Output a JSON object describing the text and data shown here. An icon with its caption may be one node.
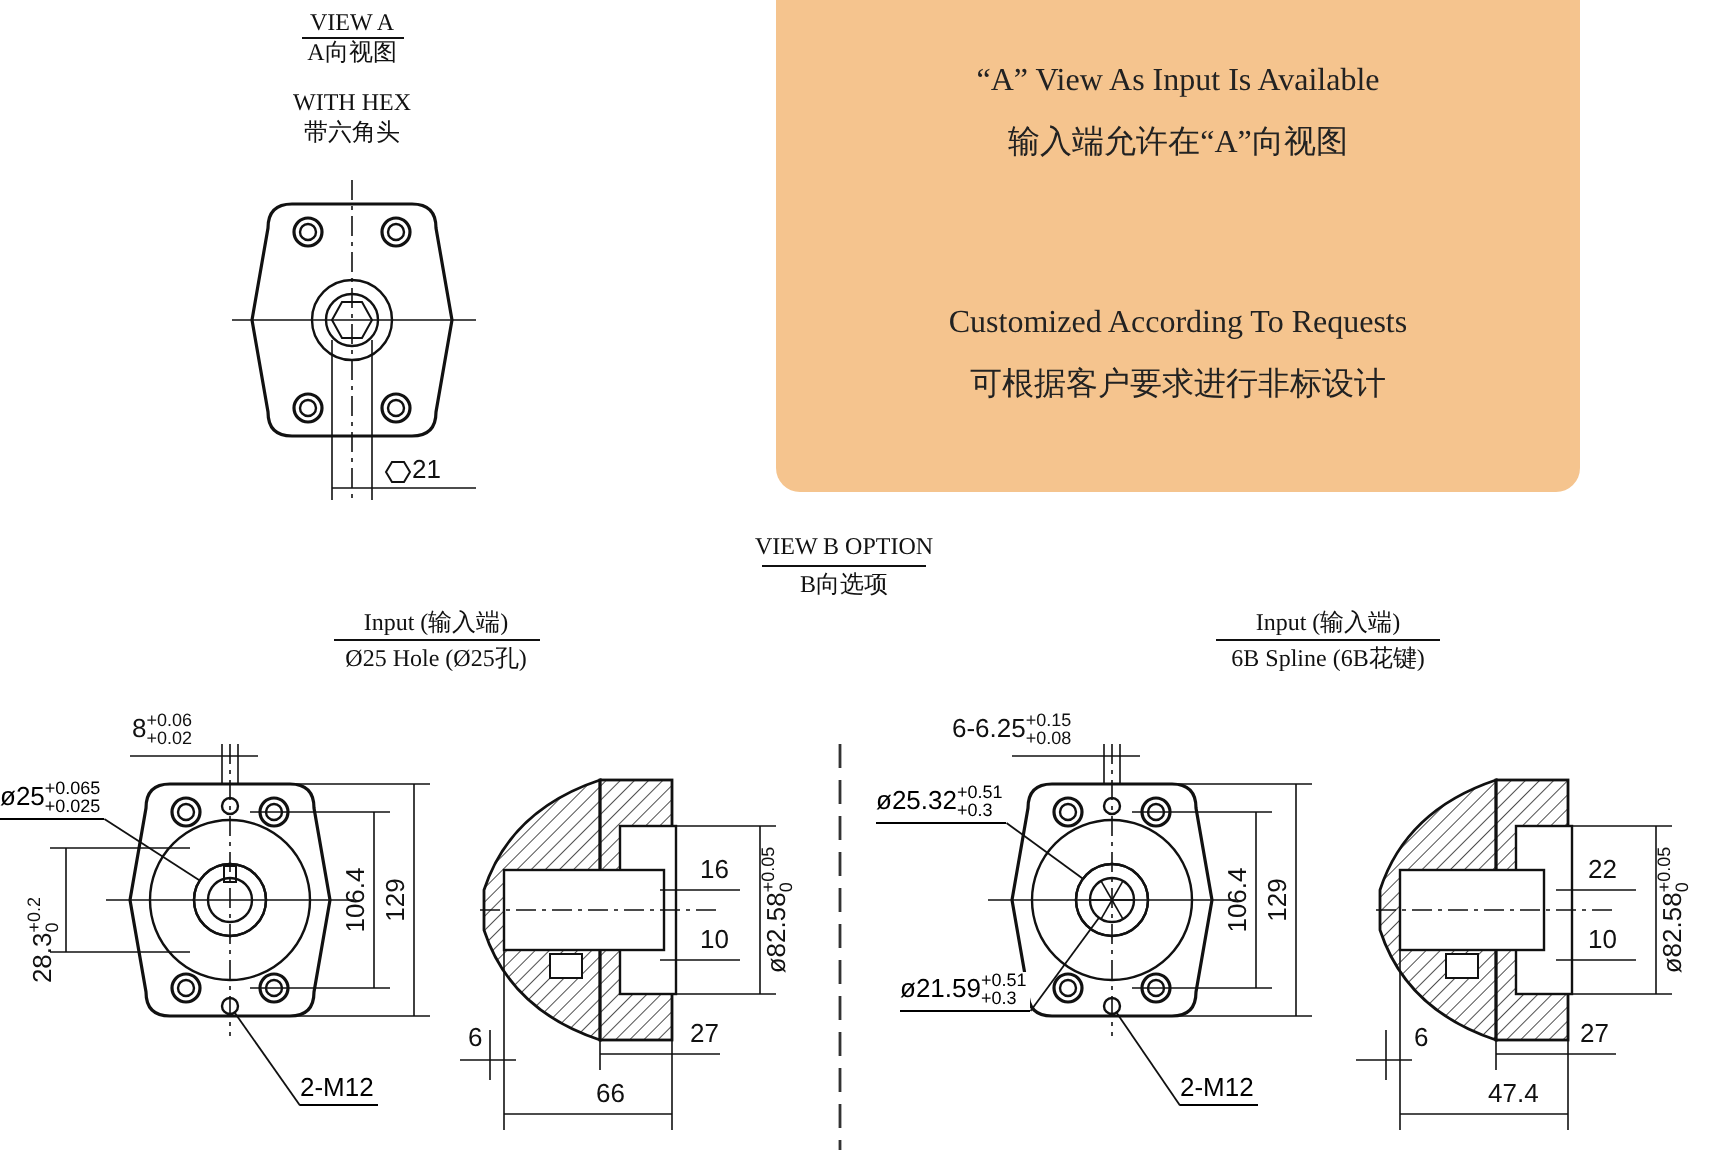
{
  "diagram": {
    "nodes": [
      {
        "text": [
          "“A” View As Input Is Available",
          "输入端允许在“A”向视图",
          "Customized According To Requests",
          "可根据客户要求进行非标设计"
        ]
      },
      {
        "text": [
          "ø25$^{+0.065}$$_{+0.025}$"
        ]
      },
      {
        "text": [
          "2-M12"
        ]
      },
      {
        "text": [
          "ø25.32$^{+0.51}$$_{+0.3}$"
        ]
      },
      {
        "text": [
          "ø21.59$^{+0.51}$$_{+0.3}$"
        ]
      },
      {
        "text": [
          "2-M12"
        ]
      },
      {
        "text": [],
        "shape": "circle"
      },
      {
        "text": [],
        "shape": "circle"
      },
      {
        "text": [],
        "shape": "circle"
      },
      {
        "text": [],
        "shape": "circle",
        "in": 8
      },
      {
        "text": [],
        "shape": "circle"
      }
    ],
    "edges": [
      {
        "from": 1,
        "to": 6,
        "arrow": "none"
      },
      {
        "from": 2,
        "to": 7,
        "arrow": "none"
      },
      {
        "from": 3,
        "to": 8,
        "arrow": "none"
      },
      {
        "from": 4,
        "to": 9,
        "arrow": "none"
      },
      {
        "from": 5,
        "to": 10,
        "arrow": "none"
      }
    ],
    "labels": [
      "VIEW A",
      "A向视图",
      "WITH HEX",
      "带六角头",
      "21",
      "VIEW B OPTION",
      "B向选项",
      "Input (输入端)",
      "Ø25 Hole (Ø25孔)",
      "Input (输入端)",
      "6B Spline (6B花键)",
      "8$^{+0.06}$$_{+0.02}$",
      "106.4",
      "129",
      "28.3$^{+0.2}$$_{0}$",
      "16",
      "10",
      "ø82.58$^{+0.05}$$_{0}$",
      "6",
      "27",
      "66",
      "6-6.25$^{+0.15}$$_{+0.08}$",
      "106.4",
      "129",
      "22",
      "10",
      "ø82.58$^{+0.05}$$_{0}$",
      "6",
      "27",
      "47.4"
    ]
  }
}
